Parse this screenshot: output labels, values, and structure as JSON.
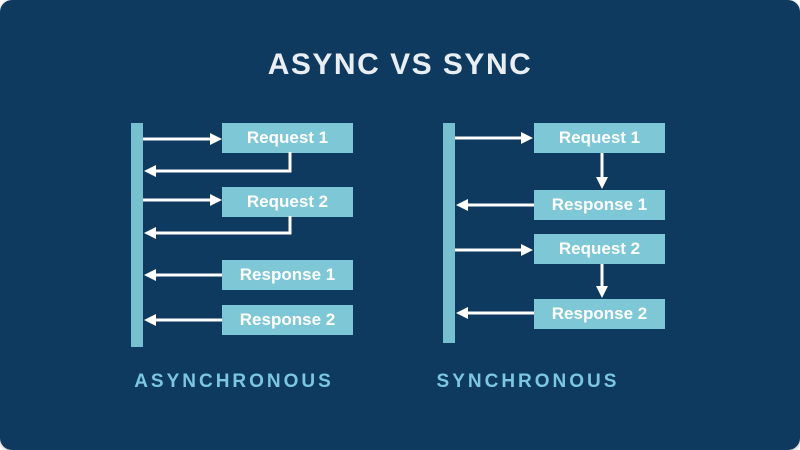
{
  "title": "ASYNC VS SYNC",
  "colors": {
    "background": "#0d3a5e",
    "bar": "#76c0d0",
    "box": "#7ec7d6",
    "box_text": "#ffffff",
    "label": "#7cc6df",
    "arrow": "#ffffff",
    "title_text": "#e9eef4"
  },
  "left_panel": {
    "label": "ASYNCHRONOUS",
    "boxes": [
      {
        "label": "Request 1"
      },
      {
        "label": "Request 2"
      },
      {
        "label": "Response 1"
      },
      {
        "label": "Response 2"
      }
    ]
  },
  "right_panel": {
    "label": "SYNCHRONOUS",
    "boxes": [
      {
        "label": "Request 1"
      },
      {
        "label": "Response 1"
      },
      {
        "label": "Request 2"
      },
      {
        "label": "Response 2"
      }
    ]
  }
}
